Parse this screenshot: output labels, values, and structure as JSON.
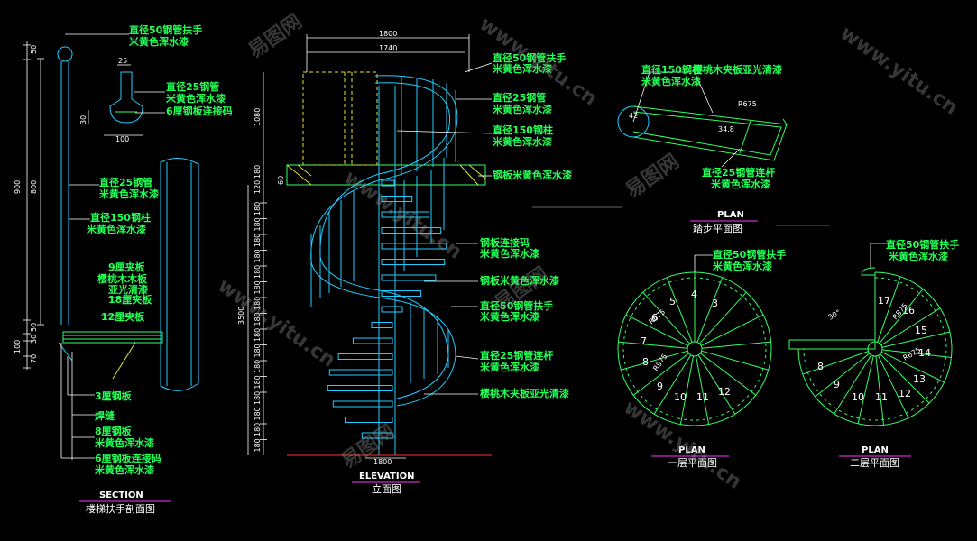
{
  "palette": {
    "background": "#000000",
    "label": "#22ff55",
    "dimension": "#ffffff",
    "structure": "#22ccff",
    "outline": "#33ff66",
    "underline": "#ff33ff"
  },
  "watermark": {
    "text_cn": "易图网",
    "text_url": "www.yitu.cn"
  },
  "section": {
    "labels": {
      "handrail_top": [
        "直径50钢管扶手",
        "米黄色浑水漆"
      ],
      "pipe25": [
        "直径25钢管",
        "米黄色浑水漆"
      ],
      "plate_joint": "6厘钢板连接码",
      "pipe25_b": [
        "直径25钢管",
        "米黄色浑水漆"
      ],
      "column150": [
        "直径150钢柱",
        "米黄色浑水漆"
      ],
      "plywood9": [
        "9厘夹板",
        "樱桃木木板",
        "亚光清漆"
      ],
      "plywood18": "18厘夹板",
      "plywood12": "12厘夹板",
      "steel3": "3厘钢板",
      "weld": "焊缝",
      "steel8": [
        "8厘钢板",
        "米黄色浑水漆"
      ],
      "joint6": [
        "6厘钢板连接码",
        "米黄色浑水漆"
      ]
    },
    "dims": {
      "d50": "50",
      "d900": "900",
      "d800": "800",
      "d50b": "50",
      "d30": "30",
      "d100": "100",
      "d70": "70",
      "w25": "25",
      "w30": "30",
      "w100": "100"
    },
    "title": {
      "en": "SECTION",
      "cn": "楼梯扶手剖面图"
    }
  },
  "elevation": {
    "labels": {
      "handrail": [
        "直径50钢管扶手",
        "米黄色浑水漆"
      ],
      "pipe25": [
        "直径25钢管",
        "米黄色浑水漆"
      ],
      "column150": [
        "直径150钢柱",
        "米黄色浑水漆"
      ],
      "plate": "钢板米黄色浑水漆",
      "joint": [
        "钢板连接码",
        "米黄色浑水漆"
      ],
      "plate2": "钢板米黄色浑水漆",
      "handrail2": [
        "直径50钢管扶手",
        "米黄色浑水漆"
      ],
      "rail25": [
        "直径25钢管连杆",
        "米黄色浑水漆"
      ],
      "cherry": "樱桃木夹板亚光清漆"
    },
    "dims": {
      "w1800": "1800",
      "w1740": "1740",
      "h1080": "1080",
      "h180": "180",
      "h60": "60",
      "h120": "120",
      "h3500": "3500",
      "step": "180",
      "base": "1800"
    },
    "title": {
      "en": "ELEVATION",
      "cn": "立面图"
    }
  },
  "tread_plan": {
    "labels": {
      "column150": [
        "直径150钢柱",
        "米黄色浑水漆"
      ],
      "cherry": "樱桃木夹板亚光清漆",
      "rail25": [
        "直径25钢管连杆",
        "米黄色浑水漆"
      ]
    },
    "dims": {
      "r675": "R675",
      "d34": "34.8",
      "d42": "42"
    },
    "title": {
      "en": "PLAN",
      "cn": "踏步平面图"
    }
  },
  "plan1": {
    "label": [
      "直径50钢管扶手",
      "米黄色浑水漆"
    ],
    "steps": [
      "4",
      "5",
      "6",
      "7",
      "8",
      "9",
      "10",
      "11",
      "12",
      "3"
    ],
    "dims": {
      "r1": "R675",
      "r2": "R875"
    },
    "title": {
      "en": "PLAN",
      "cn": "一层平面图"
    }
  },
  "plan2": {
    "label": [
      "直径50钢管扶手",
      "米黄色浑水漆"
    ],
    "steps": [
      "17",
      "16",
      "15",
      "14",
      "13",
      "12",
      "11",
      "10",
      "9",
      "8"
    ],
    "dims": {
      "a": "30°",
      "r1": "R875",
      "r2": "R675"
    },
    "title": {
      "en": "PLAN",
      "cn": "二层平面图"
    }
  }
}
